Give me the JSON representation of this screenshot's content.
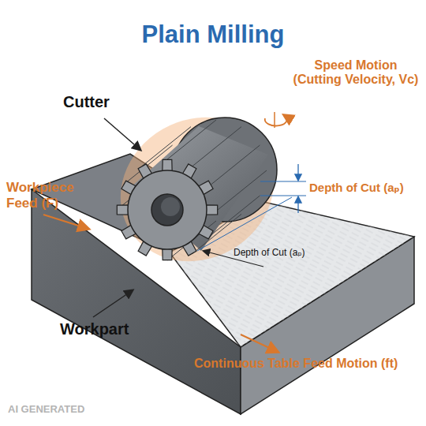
{
  "diagram": {
    "title": "Plain Milling",
    "labels": [
      "Cutter",
      "Speed Motion (Cutting Velocity, Vc)",
      "Depth of Cut (aₚ)",
      "Depth of Cut (aₚ)",
      "Workpiece Feed (F)",
      "Workpart",
      "Continuous Table Feed Motion (ft)",
      "AI GENERATED"
    ]
  }
}
